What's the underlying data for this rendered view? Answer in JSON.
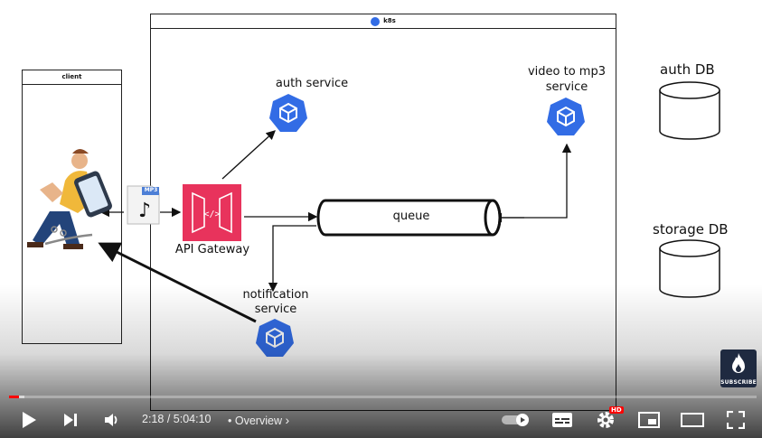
{
  "diagram": {
    "client_title": "client",
    "k8s_title": "k8s",
    "auth_service": "auth service",
    "video_service_line1": "video to mp3",
    "video_service_line2": "service",
    "api_gateway": "API Gateway",
    "queue": "queue",
    "notification_line1": "notification",
    "notification_line2": "service",
    "auth_db": "auth DB",
    "storage_db": "storage DB",
    "mp3_tag": "MP3"
  },
  "player": {
    "progress_fraction": 0.013,
    "buffer_fraction": 0.02,
    "current_time": "2:18",
    "total_time": "5:04:10",
    "separator": "/",
    "bullet": "•",
    "chapter": "Overview",
    "hd_badge": "HD",
    "subscribe_label": "SUBSCRIBE",
    "accent_color": "#ff0000"
  },
  "icons": {
    "kubernetes": "kubernetes-icon",
    "gateway": "api-gateway-icon",
    "mp3": "mp3-file-icon",
    "play": "play-icon",
    "next": "next-icon",
    "volume": "volume-icon",
    "autoplay": "autoplay-toggle-icon",
    "subtitles": "subtitles-icon",
    "settings": "settings-icon",
    "miniplayer": "miniplayer-icon",
    "theater": "theater-mode-icon",
    "fullscreen": "fullscreen-icon"
  }
}
